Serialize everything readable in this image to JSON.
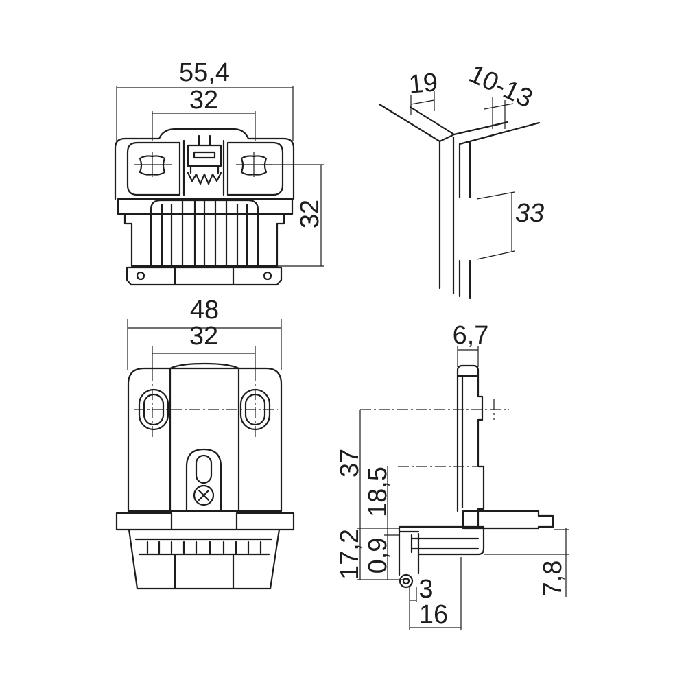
{
  "drawing": {
    "front_view": {
      "dim_width": "55,4",
      "dim_hole_spacing": "32",
      "dim_height": "32"
    },
    "corner_view": {
      "dim_a": "19",
      "dim_b": "10-13",
      "dim_c": "33"
    },
    "plate_view": {
      "dim_width": "48",
      "dim_hole_spacing": "32"
    },
    "side_view": {
      "dim_top": "6,7",
      "dim_37": "37",
      "dim_18_5": "18,5",
      "dim_17_2": "17,2",
      "dim_0_9": "0,9",
      "dim_3": "3",
      "dim_16": "16",
      "dim_7_8": "7,8"
    }
  },
  "colors": {
    "line": "#1d1d1b",
    "background": "#ffffff"
  }
}
